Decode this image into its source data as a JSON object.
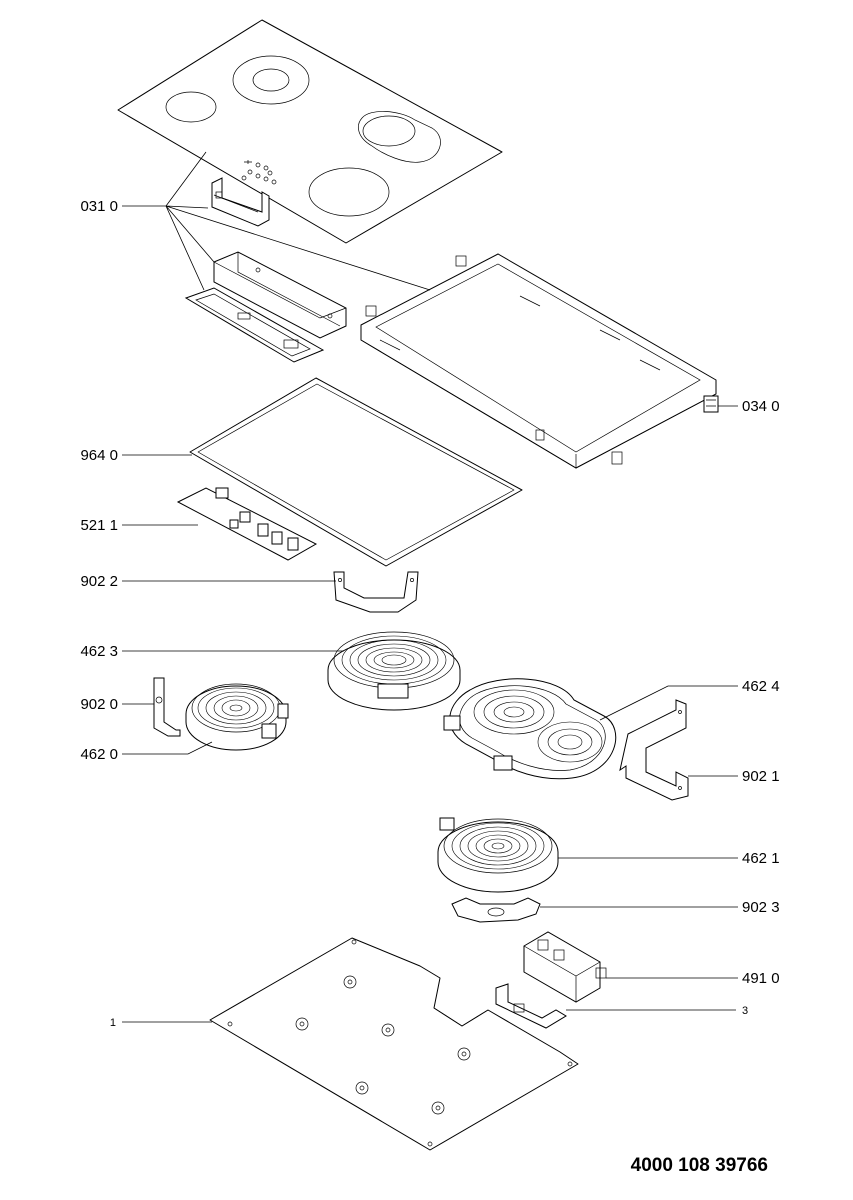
{
  "callouts": [
    {
      "key": "c0310",
      "text": "031 0"
    },
    {
      "key": "c0340",
      "text": "034 0"
    },
    {
      "key": "c9640",
      "text": "964 0"
    },
    {
      "key": "c5211",
      "text": "521 1"
    },
    {
      "key": "c9022",
      "text": "902 2"
    },
    {
      "key": "c4623",
      "text": "462 3"
    },
    {
      "key": "c4624",
      "text": "462 4"
    },
    {
      "key": "c9020",
      "text": "902 0"
    },
    {
      "key": "c4620",
      "text": "462 0"
    },
    {
      "key": "c9021",
      "text": "902 1"
    },
    {
      "key": "c4621",
      "text": "462 1"
    },
    {
      "key": "c9023",
      "text": "902 3"
    },
    {
      "key": "c4910",
      "text": "491 0"
    },
    {
      "key": "c3",
      "text": "3"
    },
    {
      "key": "c1",
      "text": "1"
    }
  ],
  "document_number": "4000 108 39766"
}
